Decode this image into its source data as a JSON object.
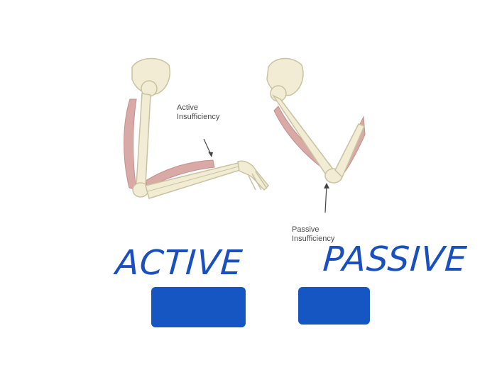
{
  "diagram": {
    "labels": {
      "active_insufficiency": "Active\nInsufficiency",
      "passive_insufficiency": "Passive\nInsufficiency"
    },
    "handwritten": {
      "left_word": "ACTIVE",
      "right_word": "PASSIVE"
    },
    "colors": {
      "bone": "#f1ecd3",
      "bone_outline": "#c9c2a2",
      "muscle": "#d9a9a6",
      "ink": "#1a4fbf",
      "redaction": "#1656c2"
    }
  }
}
